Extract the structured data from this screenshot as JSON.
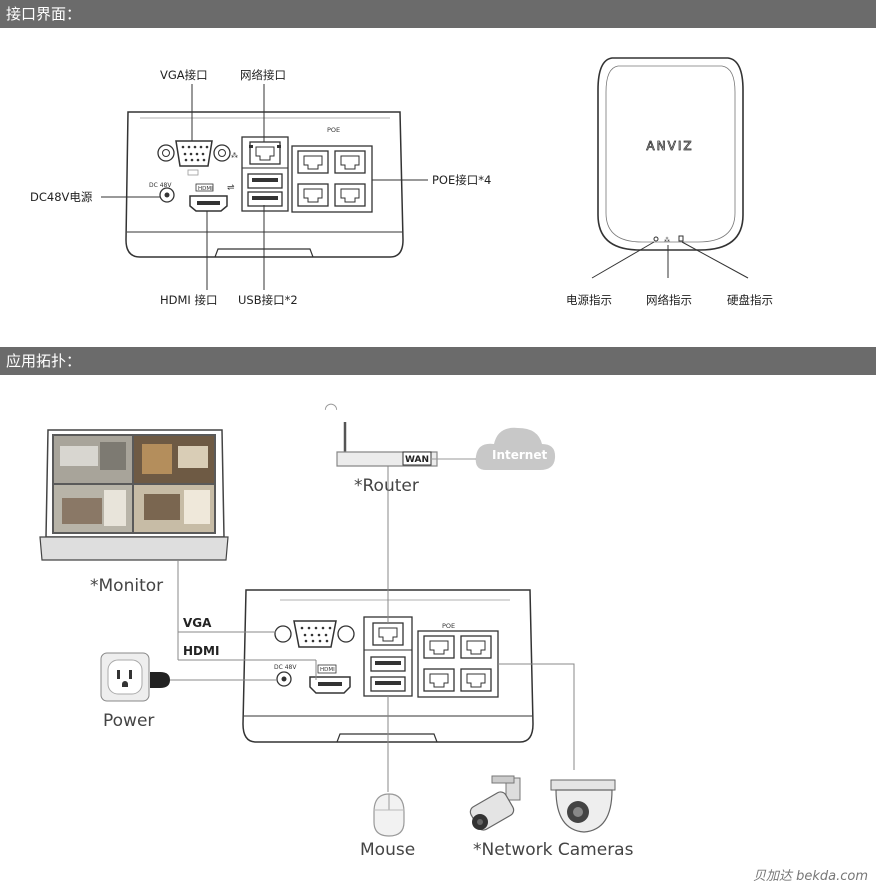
{
  "sections": {
    "interface_title": "接口界面：",
    "topology_title": "应用拓扑："
  },
  "ports": {
    "vga": "VGA接口",
    "network": "网络接口",
    "dc": "DC48V电源",
    "poe": "POE接口*4",
    "hdmi": "HDMI 接口",
    "usb": "USB接口*2",
    "poe_small": "POE",
    "dc_small": "DC 48V",
    "hdmi_small": "HDMI"
  },
  "indicators": {
    "brand": "ANVIZ",
    "power": "电源指示",
    "network": "网络指示",
    "disk": "硬盘指示"
  },
  "topology": {
    "wan": "WAN",
    "internet": "Internet",
    "router": "*Router",
    "monitor": "*Monitor",
    "vga": "VGA",
    "hdmi": "HDMI",
    "power": "Power",
    "mouse": "Mouse",
    "cameras": "*Network Cameras"
  },
  "watermark": "贝加达 bekda.com"
}
